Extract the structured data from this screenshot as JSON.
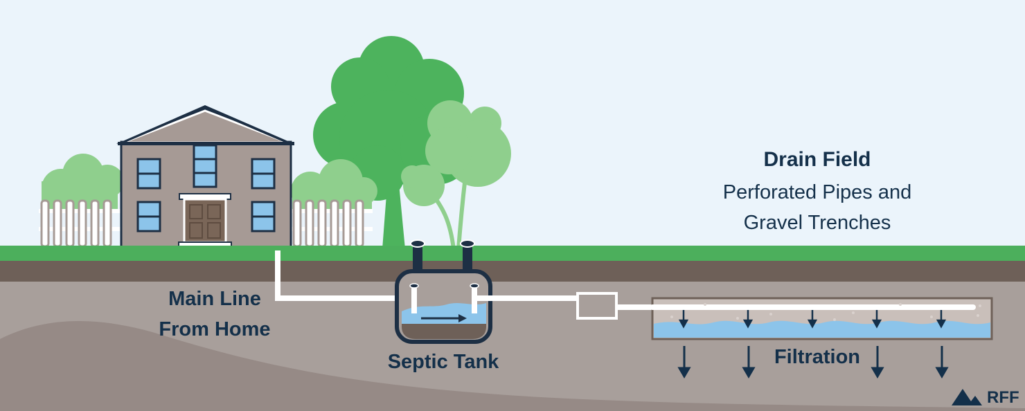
{
  "labels": {
    "main_line_1": "Main Line",
    "main_line_2": "From Home",
    "septic_tank": "Septic Tank",
    "filtration": "Filtration",
    "drain_field": "Drain Field",
    "perforated_1": "Perforated Pipes and",
    "perforated_2": "Gravel Trenches",
    "logo": "RFF"
  },
  "colors": {
    "sky": "#ebf4fb",
    "grass": "#4caf5c",
    "topsoil": "#6e6058",
    "subsoil": "#a89f9b",
    "deep_soil": "#968a86",
    "tree_dark": "#4db35d",
    "tree_light": "#8fcf8d",
    "house_wall": "#a69a95",
    "roof": "#1d2f44",
    "pipe": "#ffffff",
    "water": "#8cc4ea",
    "sludge": "#6e6058",
    "text": "#14304a"
  }
}
